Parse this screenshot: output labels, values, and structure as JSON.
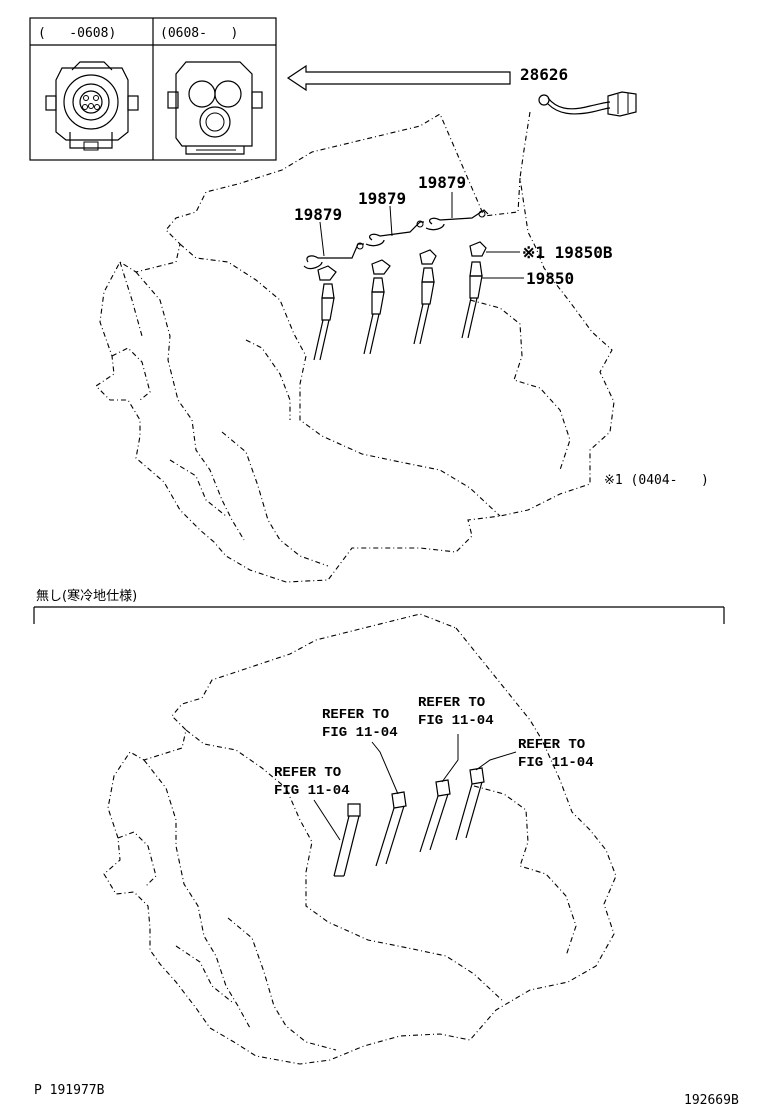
{
  "inset": {
    "left_label": "(   -0608)",
    "right_label": "(0608-   )"
  },
  "top": {
    "wire_part": "28626",
    "clamp_part_a": "19879",
    "clamp_part_b": "19879",
    "clamp_part_c": "19879",
    "nut_part": "※1 19850B",
    "plug_part": "19850",
    "footnote": "※1 (0404-   )"
  },
  "divider": {
    "label": "無し(寒冷地仕様)"
  },
  "bottom": {
    "ref_a": {
      "line1": "REFER TO",
      "line2": "FIG 11-04"
    },
    "ref_b": {
      "line1": "REFER TO",
      "line2": "FIG 11-04"
    },
    "ref_c": {
      "line1": "REFER TO",
      "line2": "FIG 11-04"
    },
    "ref_d": {
      "line1": "REFER TO",
      "line2": "FIG 11-04"
    }
  },
  "footer": {
    "left_code": "P 191977B",
    "right_code": "192669B"
  }
}
